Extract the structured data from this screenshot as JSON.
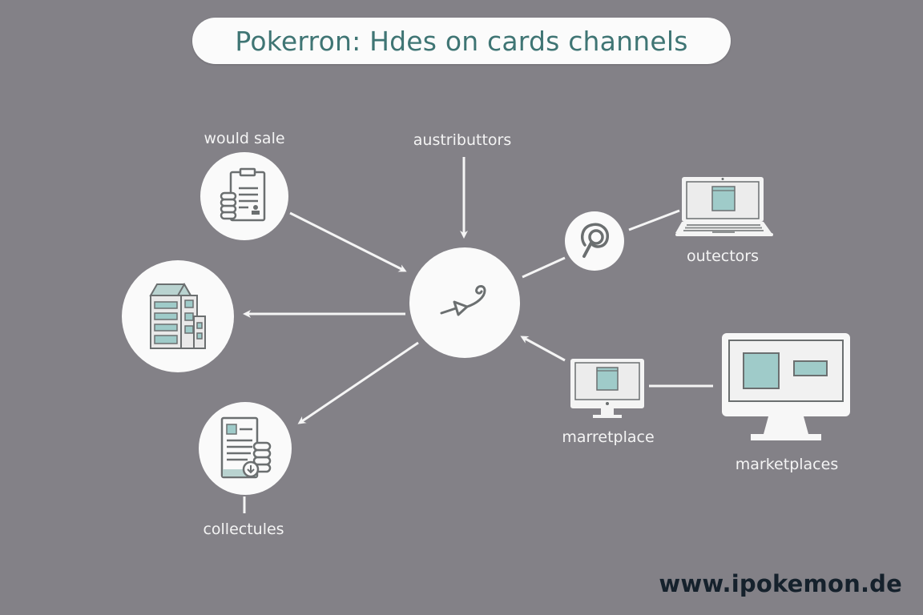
{
  "title": "Pokerron: Hdes on cards channels",
  "watermark": "www.ipokemon.de",
  "colors": {
    "background": "#838187",
    "node_fill": "#fafafa",
    "title_text": "#3f7574",
    "icon_stroke": "#6b6f70",
    "icon_teal": "#9fcbc9",
    "arrow": "#f5f5f5",
    "watermark": "#15212c"
  },
  "nodes": {
    "hub": {
      "label": "",
      "icon": "flow-arrow-icon"
    },
    "would_sale": {
      "label": "would sale",
      "icon": "clipboard-coins-icon"
    },
    "building": {
      "label": "",
      "icon": "building-icon"
    },
    "collectules": {
      "label": "collectules",
      "icon": "document-coins-icon"
    },
    "austributtors": {
      "label": "austributtors",
      "icon": ""
    },
    "pinterest": {
      "label": "",
      "icon": "pinterest-icon"
    },
    "outectors": {
      "label": "outectors",
      "icon": "laptop-icon"
    },
    "marretplace": {
      "label": "marretplace",
      "icon": "desktop-monitor-icon"
    },
    "marketplaces": {
      "label": "marketplaces",
      "icon": "large-monitor-icon"
    }
  },
  "edges": [
    {
      "from": "would_sale",
      "to": "hub",
      "type": "arrow"
    },
    {
      "from": "austributtors",
      "to": "hub",
      "type": "arrow"
    },
    {
      "from": "hub",
      "to": "building",
      "type": "arrow"
    },
    {
      "from": "hub",
      "to": "collectules",
      "type": "arrow"
    },
    {
      "from": "hub",
      "to": "pinterest",
      "type": "line"
    },
    {
      "from": "pinterest",
      "to": "outectors",
      "type": "line"
    },
    {
      "from": "marretplace",
      "to": "hub",
      "type": "arrow"
    },
    {
      "from": "marretplace",
      "to": "marketplaces",
      "type": "line"
    },
    {
      "from": "collectules",
      "to": "collectules_label",
      "type": "line"
    }
  ]
}
